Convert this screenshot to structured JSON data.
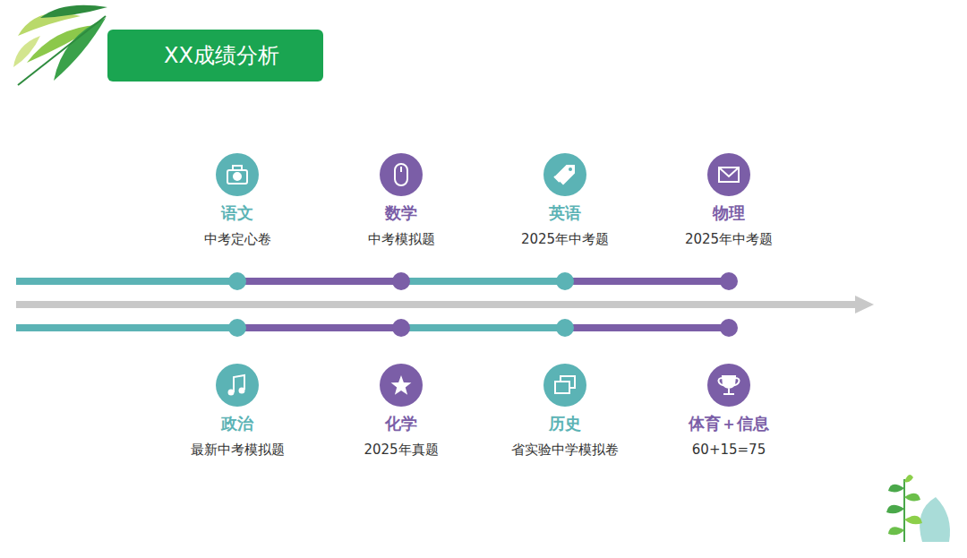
{
  "diagram": {
    "title": "XX成绩分析",
    "nodes": [
      {
        "text": [
          "语文",
          "中考定心卷"
        ]
      },
      {
        "text": [
          "数学",
          "中考模拟题"
        ]
      },
      {
        "text": [
          "英语",
          "2025年中考题"
        ]
      },
      {
        "text": [
          "物理",
          "2025年中考题"
        ]
      },
      {
        "text": [
          "政治",
          "最新中考模拟题"
        ]
      },
      {
        "text": [
          "化学",
          "2025年真题"
        ]
      },
      {
        "text": [
          "历史",
          "省实验中学模拟卷"
        ]
      },
      {
        "text": [
          "体育＋信息",
          "60+15=75"
        ]
      }
    ]
  }
}
